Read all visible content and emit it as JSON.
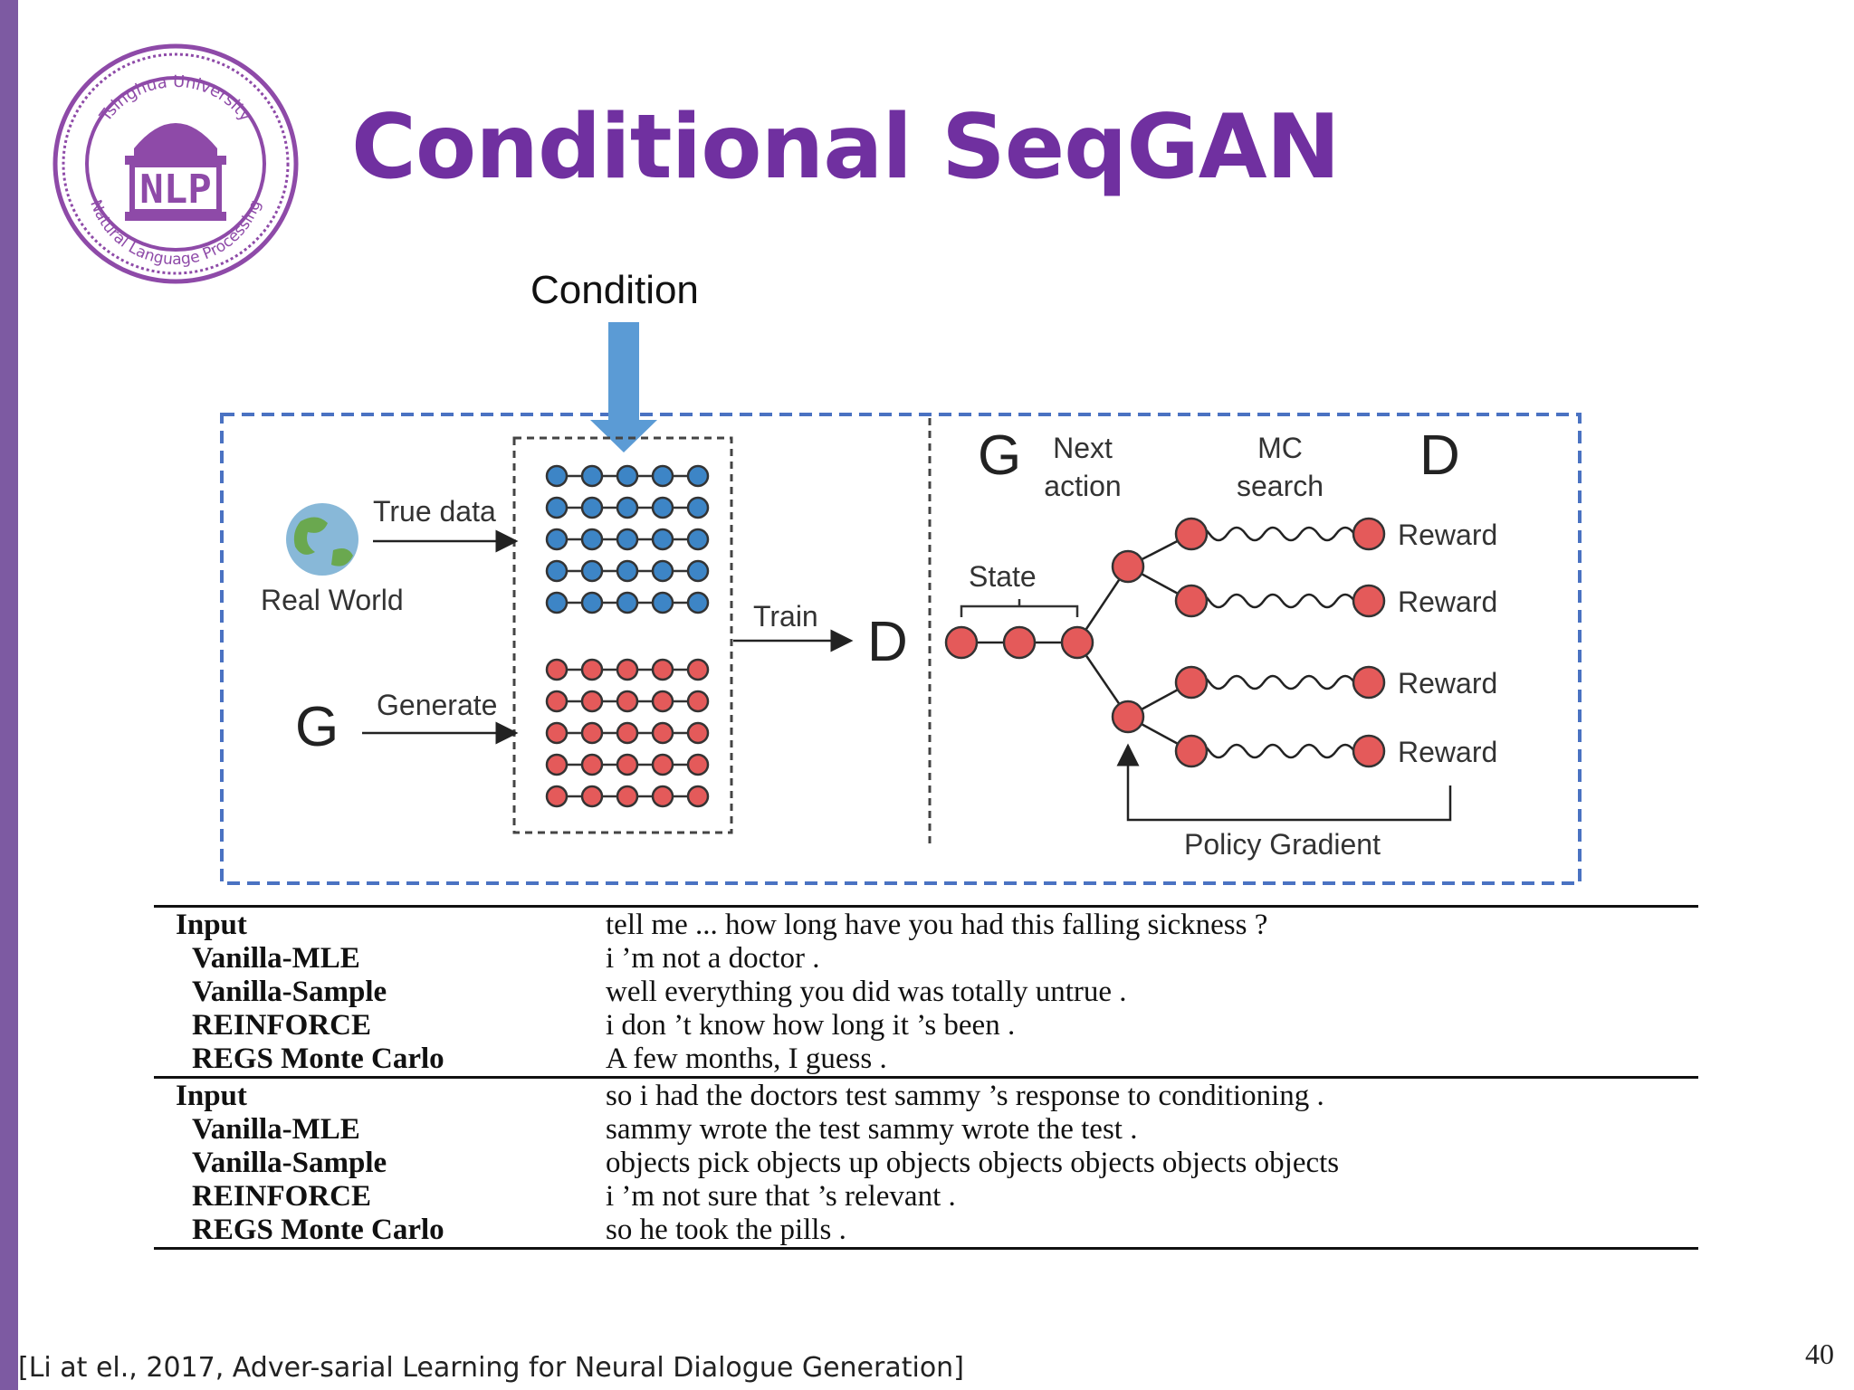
{
  "slide": {
    "title": "Conditional SeqGAN",
    "condition_label": "Condition",
    "citation": "[Li at el., 2017, Adver-sarial Learning for Neural Dialogue Generation]",
    "page_number": "40",
    "accent_color": "#7030a0",
    "bar_color": "#7d5aa2"
  },
  "logo": {
    "ring_text_top": "Tsinghua University",
    "ring_text_bottom": "Natural Language Processing",
    "center_text": "NLP"
  },
  "diagram": {
    "true_data": "True data",
    "real_world": "Real World",
    "generate": "Generate",
    "g_left": "G",
    "train": "Train",
    "d_center": "D",
    "g_right": "G",
    "next_action_1": "Next",
    "next_action_2": "action",
    "mc_search_1": "MC",
    "mc_search_2": "search",
    "d_right": "D",
    "state": "State",
    "reward": "Reward",
    "policy_gradient": "Policy Gradient",
    "real_color": "#3d85c6",
    "generated_color": "#e45a5a",
    "frame_color": "#4a72c2"
  },
  "results": {
    "groups": [
      {
        "input_label": "Input",
        "input_text": "tell me ... how long have you had this falling sickness ?",
        "rows": [
          {
            "system": "Vanilla-MLE",
            "response": "i ’m not a doctor ."
          },
          {
            "system": "Vanilla-Sample",
            "response": "well everything you did was totally untrue ."
          },
          {
            "system": "REINFORCE",
            "response": "i don ’t know how long it ’s been ."
          },
          {
            "system": "REGS Monte Carlo",
            "response": "A few months, I guess ."
          }
        ]
      },
      {
        "input_label": "Input",
        "input_text": "so i had the doctors test sammy ’s response to conditioning .",
        "rows": [
          {
            "system": "Vanilla-MLE",
            "response": "sammy wrote the test sammy wrote the test ."
          },
          {
            "system": "Vanilla-Sample",
            "response": "objects pick objects up objects objects objects objects objects"
          },
          {
            "system": "REINFORCE",
            "response": "i ’m not sure that ’s relevant ."
          },
          {
            "system": "REGS Monte Carlo",
            "response": "so he took the pills ."
          }
        ]
      }
    ]
  }
}
